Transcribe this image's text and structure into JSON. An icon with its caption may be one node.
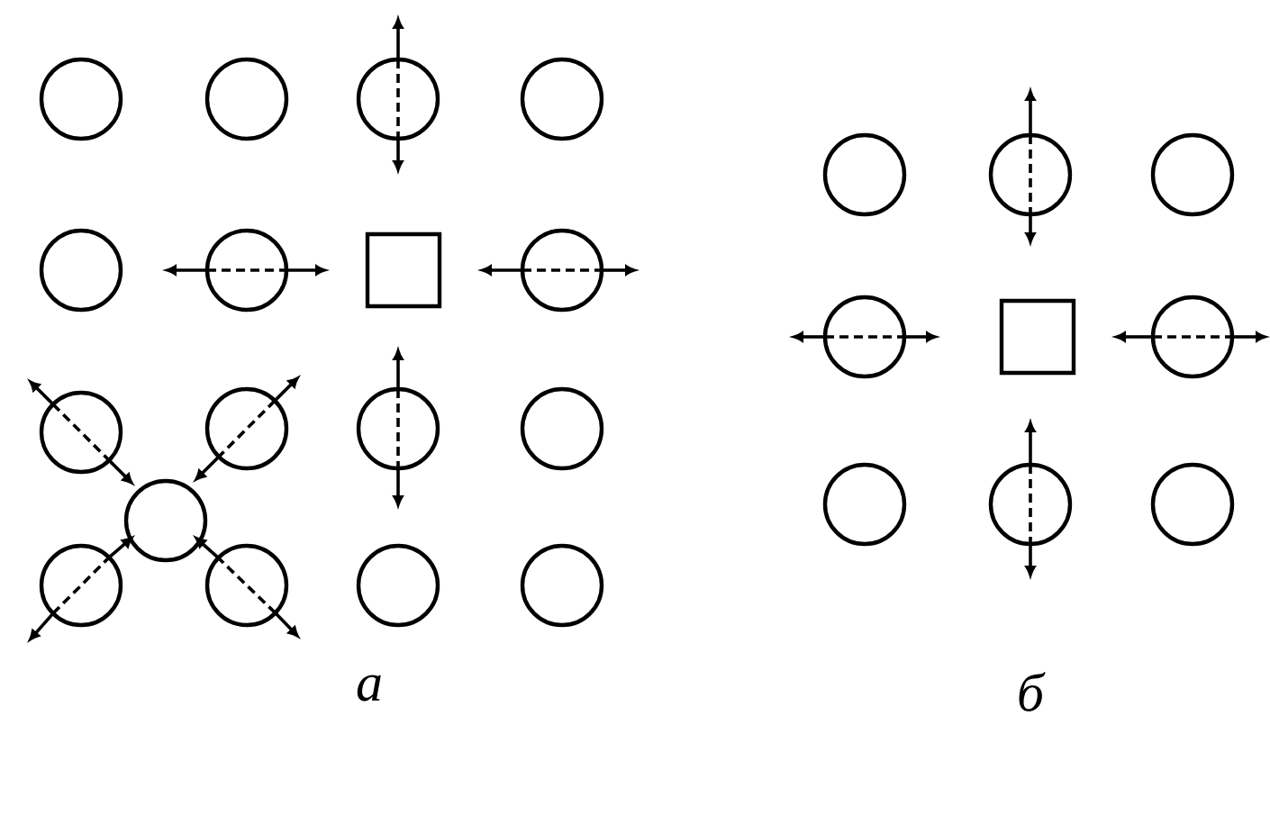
{
  "diagram": {
    "nodes": [
      {
        "text": [],
        "shape": "circle"
      },
      {
        "text": [],
        "shape": "circle"
      },
      {
        "text": [],
        "shape": "circle"
      },
      {
        "text": [],
        "shape": "circle"
      },
      {
        "text": [],
        "shape": "circle"
      },
      {
        "text": [],
        "shape": "circle"
      },
      {
        "text": [],
        "shape": "box"
      },
      {
        "text": [],
        "shape": "circle"
      },
      {
        "text": [],
        "shape": "circle"
      },
      {
        "text": [],
        "shape": "circle"
      },
      {
        "text": [],
        "shape": "circle"
      },
      {
        "text": [],
        "shape": "circle"
      },
      {
        "text": [],
        "shape": "circle"
      },
      {
        "text": [],
        "shape": "circle"
      },
      {
        "text": [],
        "shape": "circle"
      },
      {
        "text": [],
        "shape": "circle"
      },
      {
        "text": [],
        "shape": "circle"
      },
      {
        "text": [],
        "shape": "circle"
      },
      {
        "text": [],
        "shape": "circle"
      },
      {
        "text": [],
        "shape": "circle"
      },
      {
        "text": [],
        "shape": "circle"
      },
      {
        "text": [],
        "shape": "box"
      },
      {
        "text": [],
        "shape": "circle"
      },
      {
        "text": [],
        "shape": "circle"
      },
      {
        "text": [],
        "shape": "circle"
      },
      {
        "text": [],
        "shape": "circle"
      }
    ],
    "labels": [
      "а",
      "б"
    ]
  }
}
